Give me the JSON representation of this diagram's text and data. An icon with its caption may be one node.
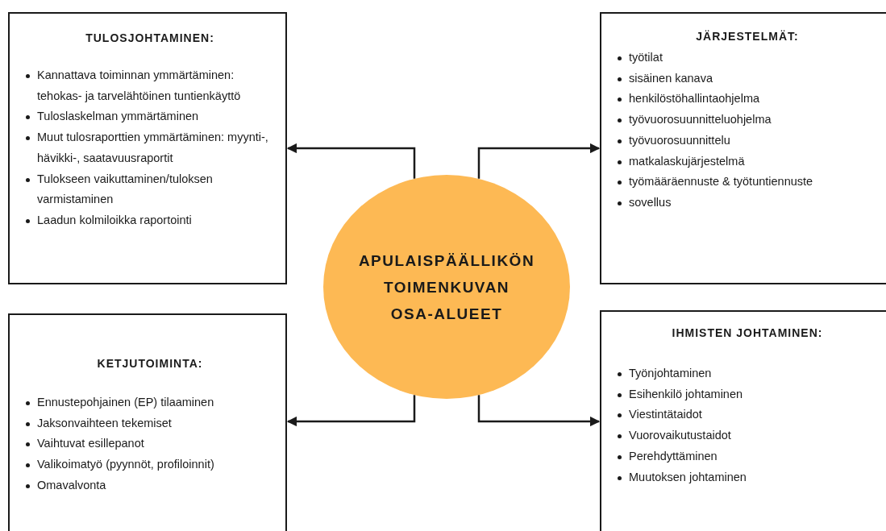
{
  "diagram": {
    "nodes": [
      {
        "text": [
          "TULOSJOHTAMINEN:",
          "Kannattava toiminnan ymmärtäminen: tehokas- ja tarvelähtöinen tuntienkäyttö",
          "Tuloslaskelman ymmärtäminen",
          "Muut tulosraporttien ymmärtäminen: myynti-, hävikki-, saatavuusraportit",
          "Tulokseen vaikuttaminen/tuloksen varmistaminen",
          "Laadun kolmiloikka raportointi"
        ]
      },
      {
        "text": [
          "JÄRJESTELMÄT:",
          "työtilat",
          "sisäinen kanava",
          "henkilöstöhallintaohjelma",
          "työvuorosuunnitteluohjelma",
          "työvuorosuunnittelu",
          "matkalaskujärjestelmä",
          "työmääräennuste & työtuntiennuste",
          "sovellus"
        ]
      },
      {
        "text": [
          "APULAISPÄÄLLIKÖN TOIMENKUVAN OSA-ALUEET"
        ]
      },
      {
        "text": [
          "KETJUTOIMINTA:",
          "Ennustepohjainen (EP) tilaaminen",
          "Jaksonvaihteen tekemiset",
          "Vaihtuvat esillepanot",
          "Valikoimatyö (pyynnöt, profiloinnit)",
          "Omavalvonta"
        ]
      },
      {
        "text": [
          "IHMISTEN JOHTAMINEN:",
          "Työnjohtaminen",
          "Esihenkilö johtaminen",
          "Viestintätaidot",
          "Vuorovaikutustaidot",
          "Perehdyttäminen",
          "Muutoksen johtaminen"
        ]
      }
    ],
    "edges": [
      {
        "from": 2,
        "to": 0,
        "arrow": "to"
      },
      {
        "from": 2,
        "to": 1,
        "arrow": "to"
      },
      {
        "from": 2,
        "to": 3,
        "arrow": "to"
      },
      {
        "from": 2,
        "to": 4,
        "arrow": "to"
      }
    ]
  }
}
